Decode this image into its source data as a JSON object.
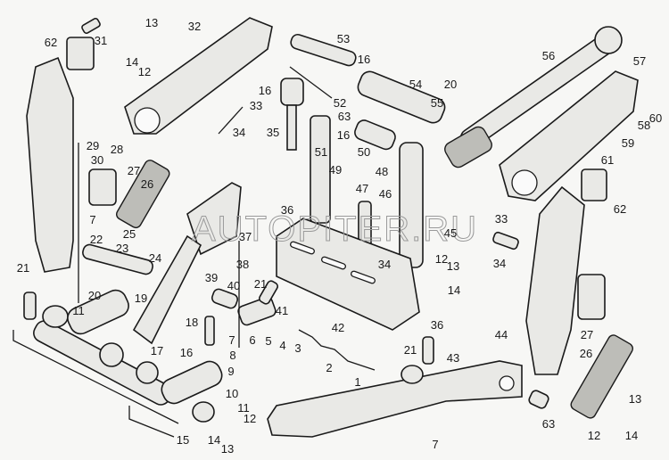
{
  "diagram": {
    "watermark": "AUTOPITER.RU",
    "callouts": [
      "13",
      "31",
      "62",
      "32",
      "14",
      "12",
      "53",
      "16",
      "56",
      "57",
      "54",
      "52",
      "20",
      "63",
      "16",
      "33",
      "55",
      "60",
      "58",
      "59",
      "34",
      "35",
      "16",
      "50",
      "51",
      "48",
      "29",
      "28",
      "30",
      "27",
      "26",
      "49",
      "61",
      "47",
      "46",
      "62",
      "36",
      "33",
      "7",
      "25",
      "37",
      "45",
      "22",
      "23",
      "24",
      "38",
      "34",
      "34",
      "12",
      "13",
      "14",
      "21",
      "39",
      "40",
      "21",
      "20",
      "41",
      "44",
      "19",
      "11",
      "42",
      "18",
      "36",
      "27",
      "7",
      "6",
      "5",
      "4",
      "3",
      "8",
      "17",
      "2",
      "16",
      "9",
      "21",
      "43",
      "1",
      "10",
      "26",
      "11",
      "12",
      "63",
      "13",
      "15",
      "14",
      "13",
      "12",
      "14",
      "7"
    ]
  }
}
